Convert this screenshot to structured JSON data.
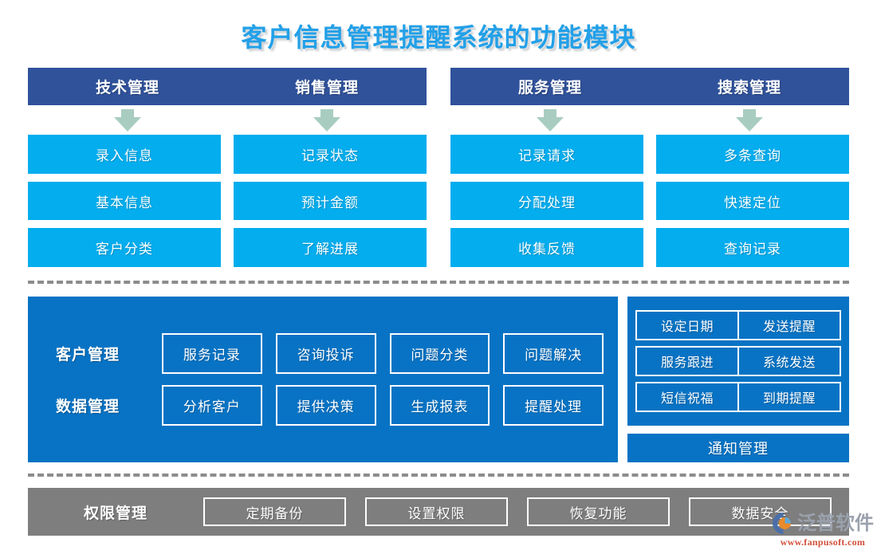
{
  "title": "客户信息管理提醒系统的功能模块",
  "colors": {
    "title": "#22a0e8",
    "header_bar": "#30529b",
    "cyan_box": "#03adee",
    "mid_panel": "#0873c4",
    "bottom_bar": "#7e7e7e",
    "arrow": "#a8cdc0",
    "divider": "#8c8c8c"
  },
  "top": {
    "groups": [
      {
        "headers": [
          "技术管理",
          "销售管理"
        ],
        "columns": [
          {
            "items": [
              "录入信息",
              "基本信息",
              "客户分类"
            ]
          },
          {
            "items": [
              "记录状态",
              "预计金额",
              "了解进展"
            ]
          }
        ]
      },
      {
        "headers": [
          "服务管理",
          "搜索管理"
        ],
        "columns": [
          {
            "items": [
              "记录请求",
              "分配处理",
              "收集反馈"
            ]
          },
          {
            "items": [
              "多条查询",
              "快速定位",
              "查询记录"
            ]
          }
        ]
      }
    ]
  },
  "middle": {
    "rows": [
      {
        "label": "客户管理",
        "cells": [
          "服务记录",
          "咨询投诉",
          "问题分类",
          "问题解决"
        ]
      },
      {
        "label": "数据管理",
        "cells": [
          "分析客户",
          "提供决策",
          "生成报表",
          "提醒处理"
        ]
      }
    ],
    "notifications": {
      "grid": [
        [
          "设定日期",
          "发送提醒"
        ],
        [
          "服务跟进",
          "系统发送"
        ],
        [
          "短信祝福",
          "到期提醒"
        ]
      ],
      "footer": "通知管理"
    }
  },
  "bottom": {
    "label": "权限管理",
    "cells": [
      "定期备份",
      "设置权限",
      "恢复功能",
      "数据安全"
    ]
  },
  "logo": {
    "name": "泛普软件",
    "url": "www.fanpusoft.com"
  }
}
